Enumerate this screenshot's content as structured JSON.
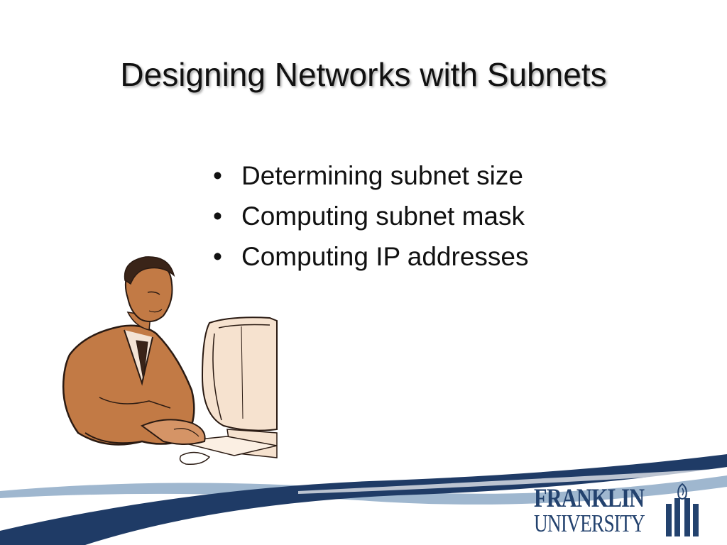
{
  "slide": {
    "title": "Designing Networks with Subnets",
    "bullet_symbol": "•",
    "bullets": [
      "Determining subnet size",
      "Computing subnet mask",
      "Computing IP addresses"
    ]
  },
  "logo": {
    "line1": "FRANKLIN",
    "line2": "UNIVERSITY"
  },
  "colors": {
    "navy": "#1f3b66",
    "light_blue": "#9fb7cf",
    "skin": "#c27a45"
  },
  "clipart": {
    "subject": "man-at-computer-clipart"
  }
}
